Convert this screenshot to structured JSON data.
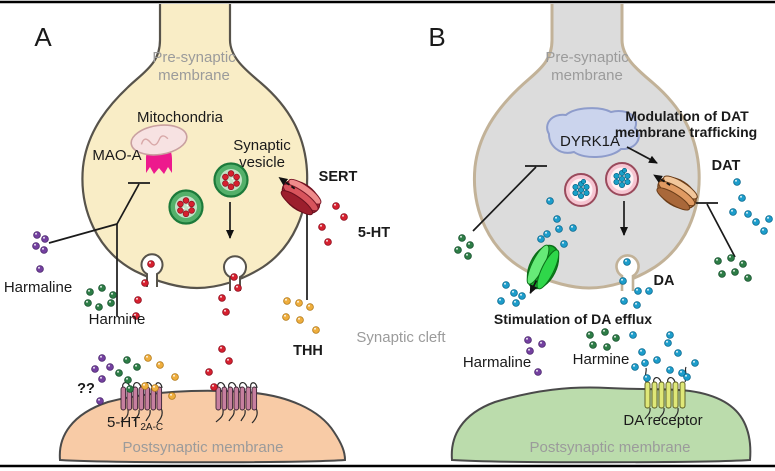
{
  "fig": {
    "panel_a": {
      "panel_label": "A",
      "presynaptic_line1": "Pre-synaptic",
      "presynaptic_line2": "membrane",
      "mitochondria": "Mitochondria",
      "mao_a": "MAO-A",
      "vesicle_line1": "Synaptic",
      "vesicle_line2": "vesicle",
      "sert": "SERT",
      "serotonin": "5-HT",
      "harmaline": "Harmaline",
      "harmine": "Harmine",
      "thh": "THH",
      "unknown": "??",
      "receptor_base": "5-HT",
      "receptor_sub": "2A-C",
      "postsynaptic": "Postsynaptic membrane"
    },
    "cleft": "Synaptic cleft",
    "panel_b": {
      "panel_label": "B",
      "presynaptic_line1": "Pre-synaptic",
      "presynaptic_line2": "membrane",
      "dyrk1a": "DYRK1A",
      "modulation_line1": "Modulation of DAT",
      "modulation_line2": "membrane trafficking",
      "dat": "DAT",
      "da": "DA",
      "efflux": "Stimulation of DA efflux",
      "harmaline": "Harmaline",
      "harmine": "Harmine",
      "da_receptor": "DA receptor",
      "postsynaptic": "Postsynaptic membrane"
    },
    "colors": {
      "serotonin_dot": "#d6202f",
      "dopamine_dot": "#1d9dcb",
      "harmaline_dot": "#7440a0",
      "harmine_dot": "#2d7d46",
      "thh_dot": "#efae3d",
      "neuron_a_fill": "#f9edc6",
      "neuron_b_fill": "#dcdcdc",
      "postsynaptic_a_fill": "#f8cba6",
      "postsynaptic_b_fill": "#bbdcac",
      "mao_a_fill": "#ed1a8d",
      "sert_fill": "#d8545c",
      "dat_fill": "#e09a62",
      "efflux_channel_fill": "#2fd74a",
      "dyrk1a_fill": "#cbd4ed",
      "gray_label": "#9b9b9b"
    }
  }
}
